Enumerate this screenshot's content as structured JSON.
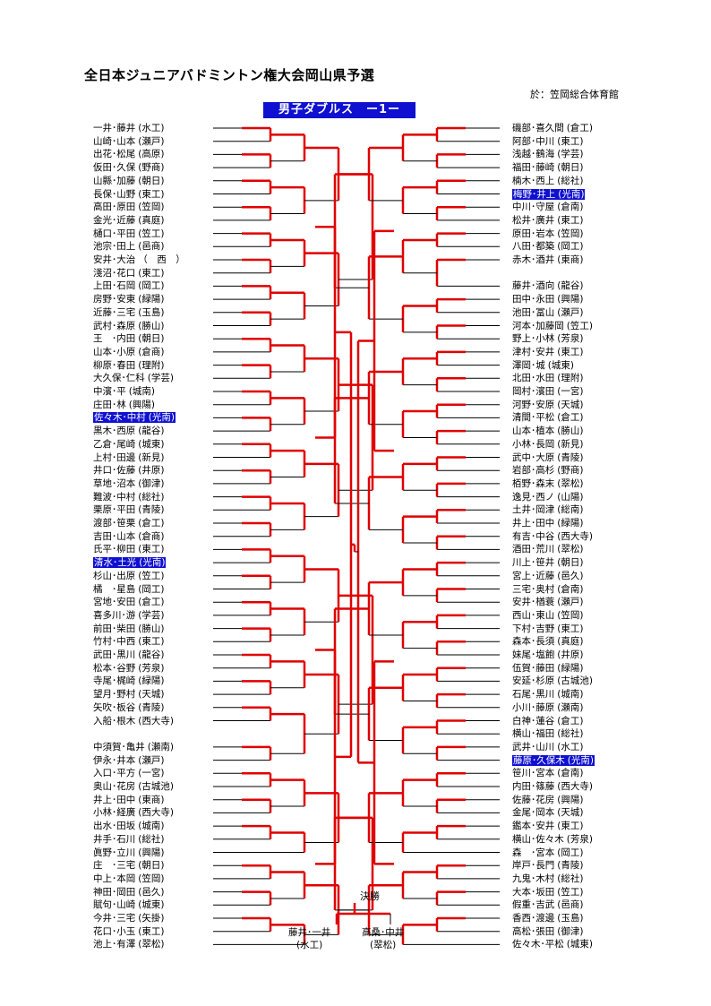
{
  "header": {
    "title": "全日本ジュニアバドミントン権大会岡山県予選",
    "venue": "於：笠岡総合体育館",
    "event": "男子ダブルス　ー1ー"
  },
  "left_entries": [
    {
      "name": "一井･藤井",
      "school": "(水工)"
    },
    {
      "name": "山崎･山本",
      "school": "(瀬戸)"
    },
    {
      "name": "出花･松尾",
      "school": "(高原)"
    },
    {
      "name": "仮田･久保",
      "school": "(野商)"
    },
    {
      "name": "山縣･加藤",
      "school": "(朝日)"
    },
    {
      "name": "長保･山野",
      "school": "(東工)"
    },
    {
      "name": "高田･原田",
      "school": "(笠岡)"
    },
    {
      "name": "金光･近藤",
      "school": "(真庭)"
    },
    {
      "name": "樋口･平田",
      "school": "(笠工)"
    },
    {
      "name": "池宗･田上",
      "school": "(邑商)"
    },
    {
      "name": "安井･大治",
      "school": "（　西　）"
    },
    {
      "name": "淺沼･花口",
      "school": "(東工)"
    },
    {
      "name": "上田･石岡",
      "school": "(岡工)"
    },
    {
      "name": "房野･安東",
      "school": "(緑陽)"
    },
    {
      "name": "近藤･三宅",
      "school": "(玉島)"
    },
    {
      "name": "武村･森原",
      "school": "(勝山)"
    },
    {
      "name": "王　･内田",
      "school": "(朝日)"
    },
    {
      "name": "山本･小原",
      "school": "(倉商)"
    },
    {
      "name": "柳原･春田",
      "school": "(理附)"
    },
    {
      "name": "大久保･仁科",
      "school": "(学芸)"
    },
    {
      "name": "中濱･平",
      "school": "(城南)"
    },
    {
      "name": "庄田･林",
      "school": "(興陽)"
    },
    {
      "name": "佐々木･中村",
      "school": "(光南)",
      "hl": "1"
    },
    {
      "name": "黒木･西原",
      "school": "(龍谷)"
    },
    {
      "name": "乙倉･尾崎",
      "school": "(城東)"
    },
    {
      "name": "上村･田邊",
      "school": "(新見)"
    },
    {
      "name": "井口･佐藤",
      "school": "(井原)"
    },
    {
      "name": "草地･沼本",
      "school": "(御津)"
    },
    {
      "name": "難波･中村",
      "school": "(総社)"
    },
    {
      "name": "栗原･平田",
      "school": "(青陵)"
    },
    {
      "name": "渡部･笹栗",
      "school": "(倉工)"
    },
    {
      "name": "吉田･山本",
      "school": "(倉商)"
    },
    {
      "name": "氏平･柳田",
      "school": "(東工)"
    },
    {
      "name": "清水･土光",
      "school": "(光南)",
      "hl": "1"
    },
    {
      "name": "杉山･出原",
      "school": "(笠工)"
    },
    {
      "name": "橘　･星島",
      "school": "(岡工)"
    },
    {
      "name": "宮地･安田",
      "school": "(倉工)"
    },
    {
      "name": "喜多川･游",
      "school": "(学芸)"
    },
    {
      "name": "前田･柴田",
      "school": "(勝山)"
    },
    {
      "name": "竹村･中西",
      "school": "(東工)"
    },
    {
      "name": "武田･黒川",
      "school": "(龍谷)"
    },
    {
      "name": "松本･谷野",
      "school": "(芳泉)"
    },
    {
      "name": "寺尾･梶崎",
      "school": "(緑陽)"
    },
    {
      "name": "望月･野村",
      "school": "(天城)"
    },
    {
      "name": "矢吹･板谷",
      "school": "(青陵)"
    },
    {
      "name": "入船･根木",
      "school": "(西大寺)"
    },
    {
      "name": "",
      "school": ""
    },
    {
      "name": "中須賀･亀井",
      "school": "(瀬南)"
    },
    {
      "name": "伊永･井本",
      "school": "(瀬戸)"
    },
    {
      "name": "入口･平方",
      "school": "(一宮)"
    },
    {
      "name": "奥山･花房",
      "school": "(古城池)"
    },
    {
      "name": "井上･田中",
      "school": "(東商)"
    },
    {
      "name": "小林･経廣",
      "school": "(西大寺)"
    },
    {
      "name": "出水･田坂",
      "school": "(城南)"
    },
    {
      "name": "井手･石川",
      "school": "(総社)"
    },
    {
      "name": "眞野･立川",
      "school": "(興陽)"
    },
    {
      "name": "庄　･三宅",
      "school": "(朝日)"
    },
    {
      "name": "中上･本岡",
      "school": "(笠岡)"
    },
    {
      "name": "神田･岡田",
      "school": "(邑久)"
    },
    {
      "name": "賦句･山崎",
      "school": "(城東)"
    },
    {
      "name": "今井･三宅",
      "school": "(矢掛)"
    },
    {
      "name": "花口･小玉",
      "school": "(東工)"
    },
    {
      "name": "池上･有澤",
      "school": "(翠松)"
    }
  ],
  "right_entries": [
    {
      "name": "磯部･喜久間",
      "school": "(倉工)"
    },
    {
      "name": "阿部･中川",
      "school": "(東工)"
    },
    {
      "name": "浅越･鶴海",
      "school": "(学芸)"
    },
    {
      "name": "福田･藤崎",
      "school": "(朝日)"
    },
    {
      "name": "楠木･西上",
      "school": "(総社)"
    },
    {
      "name": "梅野･井上",
      "school": "(光南)",
      "hl": "1"
    },
    {
      "name": "中川･守屋",
      "school": "(倉南)"
    },
    {
      "name": "松井･廣井",
      "school": "(東工)"
    },
    {
      "name": "原田･岩本",
      "school": "(笠岡)"
    },
    {
      "name": "八田･都築",
      "school": "(岡工)"
    },
    {
      "name": "赤木･酒井",
      "school": "(東商)"
    },
    {
      "name": "",
      "school": ""
    },
    {
      "name": "藤井･酒向",
      "school": "(龍谷)"
    },
    {
      "name": "田中･永田",
      "school": "(興陽)"
    },
    {
      "name": "池田･冨山",
      "school": "(瀬戸)"
    },
    {
      "name": "河本･加藤岡",
      "school": "(笠工)"
    },
    {
      "name": "野上･小林",
      "school": "(芳泉)"
    },
    {
      "name": "津村･安井",
      "school": "(東工)"
    },
    {
      "name": "澤岡･城",
      "school": "(城東)"
    },
    {
      "name": "北田･水田",
      "school": "(理附)"
    },
    {
      "name": "岡村･濱田",
      "school": "(一宮)"
    },
    {
      "name": "河野･安原",
      "school": "(天城)"
    },
    {
      "name": "清間･平松",
      "school": "(倉工)"
    },
    {
      "name": "山本･植本",
      "school": "(勝山)"
    },
    {
      "name": "小林･長岡",
      "school": "(新見)"
    },
    {
      "name": "武中･大原",
      "school": "(青陵)"
    },
    {
      "name": "岩部･高杉",
      "school": "(野商)"
    },
    {
      "name": "栢野･森末",
      "school": "(翠松)"
    },
    {
      "name": "逸見･西ノ",
      "school": "(山陽)"
    },
    {
      "name": "土井･岡津",
      "school": "(総南)"
    },
    {
      "name": "井上･田中",
      "school": "(緑陽)"
    },
    {
      "name": "有吉･中谷",
      "school": "(西大寺)"
    },
    {
      "name": "酒田･荒川",
      "school": "(翠松)"
    },
    {
      "name": "川上･笹井",
      "school": "(朝日)"
    },
    {
      "name": "宮上･近藤",
      "school": "(邑久)"
    },
    {
      "name": "三宅･奥村",
      "school": "(倉南)"
    },
    {
      "name": "安井･楢蓑",
      "school": "(瀬戸)"
    },
    {
      "name": "西山･東山",
      "school": "(笠岡)"
    },
    {
      "name": "下村･吉野",
      "school": "(東工)"
    },
    {
      "name": "森本･長須",
      "school": "(真庭)"
    },
    {
      "name": "妹尾･塩飽",
      "school": "(井原)"
    },
    {
      "name": "伍賀･藤田",
      "school": "(緑陽)"
    },
    {
      "name": "安延･杉原",
      "school": "(古城池)"
    },
    {
      "name": "石尾･黒川",
      "school": "(城南)"
    },
    {
      "name": "小川･藤原",
      "school": "(瀬南)"
    },
    {
      "name": "白神･蓮谷",
      "school": "(倉工)"
    },
    {
      "name": "横山･福田",
      "school": "(総社)"
    },
    {
      "name": "武井･山川",
      "school": "(水工)"
    },
    {
      "name": "藤原･久保木",
      "school": "(光南)",
      "hl": "1"
    },
    {
      "name": "笹川･宮本",
      "school": "(倉南)"
    },
    {
      "name": "内田･篠藤",
      "school": "(西大寺)"
    },
    {
      "name": "佐藤･花房",
      "school": "(興陽)"
    },
    {
      "name": "金尾･岡本",
      "school": "(天城)"
    },
    {
      "name": "鑑本･安井",
      "school": "(東工)"
    },
    {
      "name": "横山･佐々木",
      "school": "(芳泉)"
    },
    {
      "name": "森　･宮本",
      "school": "(岡工)"
    },
    {
      "name": "岸戸･長門",
      "school": "(青陵)"
    },
    {
      "name": "九鬼･木村",
      "school": "(総社)"
    },
    {
      "name": "大本･坂田",
      "school": "(笠工)"
    },
    {
      "name": "假重･吉武",
      "school": "(邑商)"
    },
    {
      "name": "香西･渡邊",
      "school": "(玉島)"
    },
    {
      "name": "高松･張田",
      "school": "(御津)"
    },
    {
      "name": "佐々木･平松",
      "school": "(城東)"
    }
  ],
  "final": {
    "label": "決勝",
    "left_name": "藤井･一井",
    "left_school": "(水工)",
    "right_name": "高桑･中井",
    "right_school": "(翠松)"
  },
  "colors": {
    "winner_line": "#e00000",
    "line": "#000000",
    "highlight": "#1010d0"
  }
}
